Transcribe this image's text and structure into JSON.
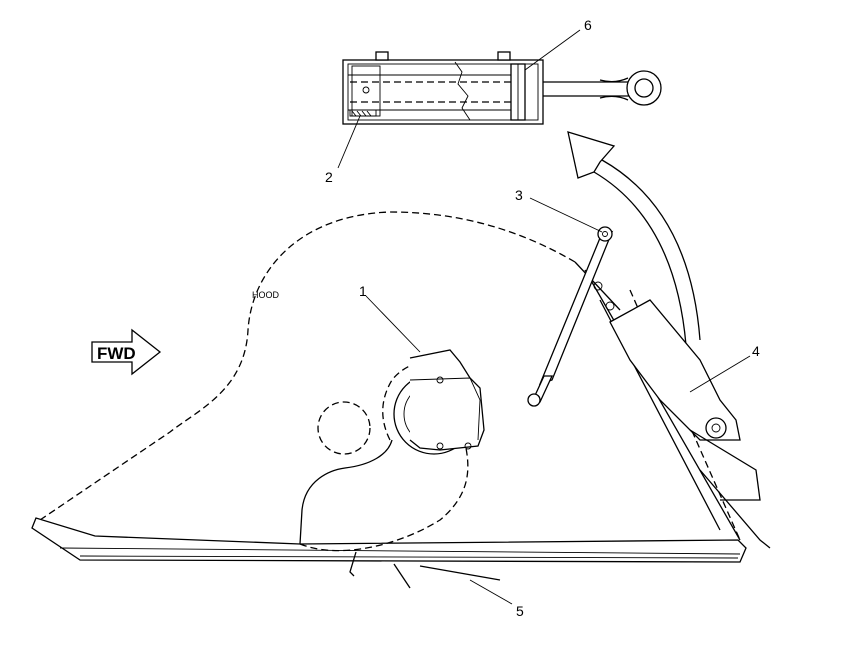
{
  "diagram": {
    "callouts": [
      {
        "id": "1",
        "label": "1"
      },
      {
        "id": "2",
        "label": "2"
      },
      {
        "id": "3",
        "label": "3"
      },
      {
        "id": "4",
        "label": "4"
      },
      {
        "id": "5",
        "label": "5"
      },
      {
        "id": "6",
        "label": "6"
      }
    ],
    "hood_label": "HOOD",
    "direction_label": "FWD"
  }
}
